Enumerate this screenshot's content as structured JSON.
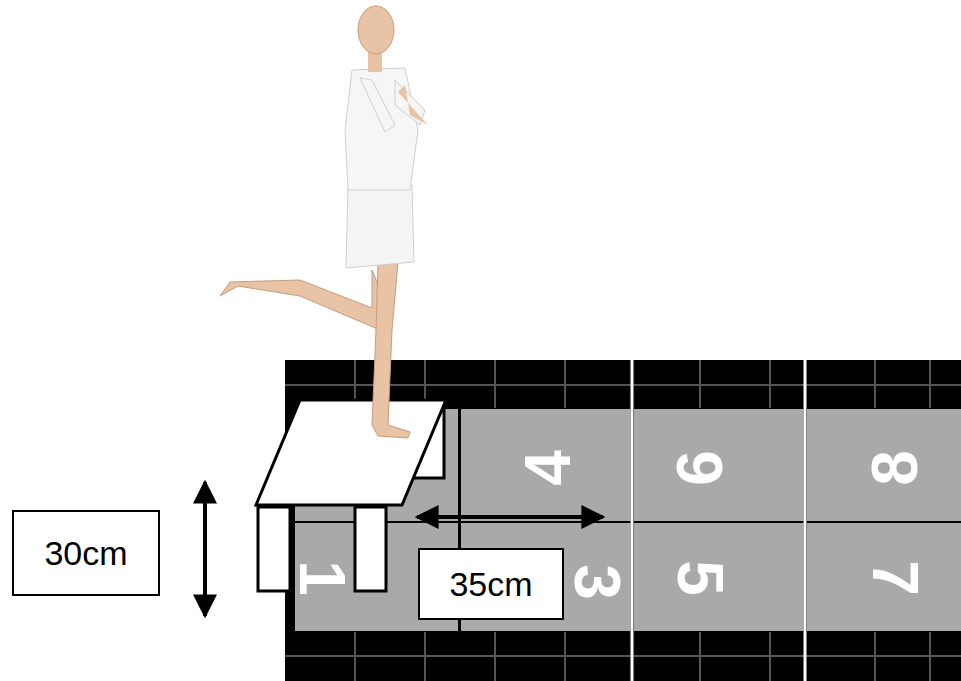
{
  "diagram": {
    "nodes": [
      {
        "text": [
          "4"
        ]
      },
      {
        "text": [
          "6"
        ]
      },
      {
        "text": [
          "8"
        ]
      },
      {
        "text": [
          "30cm"
        ]
      },
      {
        "text": [
          "1"
        ]
      },
      {
        "text": [
          "3"
        ]
      },
      {
        "text": [
          "5"
        ]
      },
      {
        "text": [
          "7"
        ]
      },
      {
        "text": [
          "35cm"
        ]
      }
    ]
  }
}
